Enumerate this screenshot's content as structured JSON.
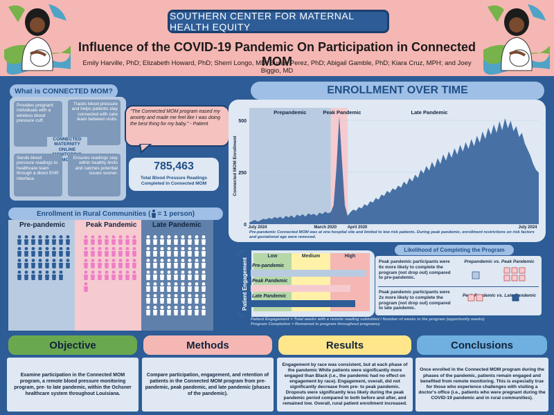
{
  "header": {
    "center_name": "SOUTHERN CENTER FOR MATERNAL HEALTH EQUITY",
    "title": "Influence of the COVID-19 Pandemic On Participation in Connected MOM",
    "authors": "Emily Harville, PhD; Elizabeth Howard, PhD; Sherri Longo, MD;  Susan Perez, PhD; Abigail Gamble, PhD; Kiara Cruz, MPH; and Joey Biggio, MD"
  },
  "what": {
    "heading": "What is CONNECTED MOM?",
    "box1": "Provides pregnant individuals with a wireless blood pressure cuff.",
    "box2": "Tracks blood pressure and helps patients stay connected with care team between visits.",
    "center": "CONNECTED MATERNITY ONLINE MONITORING (MOM)",
    "box3": "Sends blood pressure readings to healthcare team through a direct EHR interface.",
    "box4": "Ensures readings stay within healthy limits and catches potential issues sooner."
  },
  "quote": "\"The Connected MOM program eased my anxiety and made me feel like I was doing the best thing for my baby.\" - Patient",
  "readings": {
    "number": "785,463",
    "caption": "Total Blood Pressure Readings Completed In Connected MOM"
  },
  "rural": {
    "heading": "Enrollment in Rural Communities  (",
    "legend_suffix": " = 1 person)",
    "groups": [
      {
        "label": "Pre-pandemic",
        "count": 31,
        "color": "#2d5c96",
        "bg": "#b9cbe1"
      },
      {
        "label": "Peak Pandemic",
        "count": 33,
        "color": "#f07cc6",
        "bg": "#f5cbd0"
      },
      {
        "label": "Late Pandemic",
        "count": 63,
        "color": "#ffffff",
        "bg": "#5f80aa"
      }
    ]
  },
  "enrollment": {
    "heading": "ENROLLMENT OVER TIME",
    "note": "Pre-pandemic Connected MOM was at one hospital site  and limited to low risk patients. During peak pandemic, enrollment restrictions on risk factors and gestational age were removed."
  },
  "chart_data": {
    "type": "area",
    "title": "",
    "xlabel": "",
    "ylabel": "Connected MOM Enrollment",
    "ylim": [
      0,
      560
    ],
    "yticks": [
      0,
      250,
      500
    ],
    "x_tick_labels": [
      "July 2024",
      "March 2020",
      "April 2020",
      "July 2024"
    ],
    "period_labels": [
      "Prepandemic",
      "Peak Pandemic",
      "Late Pandemic"
    ],
    "series": [
      {
        "values": [
          8,
          14,
          20,
          12,
          18,
          26,
          22,
          30,
          24,
          34,
          28,
          36,
          26,
          40,
          32,
          42,
          30,
          46,
          38,
          48,
          36,
          52,
          44,
          50,
          40,
          56,
          48,
          60,
          52,
          58,
          90,
          270,
          520,
          300,
          90,
          40,
          58,
          70,
          64,
          82,
          76,
          96,
          88,
          110,
          104,
          126,
          118,
          142,
          136,
          160,
          150,
          172,
          164,
          186,
          176,
          205,
          190,
          222,
          206,
          238,
          222,
          262,
          244,
          280,
          258,
          300,
          272,
          318,
          290,
          336,
          306,
          350,
          320,
          366,
          334,
          382,
          350,
          395,
          362,
          410,
          376,
          426,
          392,
          446,
          410,
          464,
          430,
          480,
          440,
          496,
          452,
          510,
          462,
          498,
          448,
          472,
          420,
          440,
          390,
          360,
          330,
          290,
          262,
          248
        ]
      }
    ]
  },
  "engagement": {
    "axis_label": "Patient Engagement",
    "levels": [
      "Low",
      "Medium",
      "High"
    ],
    "bars": [
      {
        "label": "Pre-pandemic",
        "value": 0.97,
        "color": "#b9cbe1"
      },
      {
        "label": "Peak Pandemic",
        "value": 0.84,
        "color": "#f5cbd0"
      },
      {
        "label": "Late Pandemic",
        "value": 0.88,
        "color": "#2d5c96"
      }
    ],
    "note1": "Patient Engagement = Total weeks with a remote reading submitted / Number of weeks in the  program (opportunity weeks)",
    "note2": "Program Completion = Remained in program throughout pregnancy"
  },
  "likelihood": {
    "heading": "Likelihood of Completing the Program",
    "text1": "Peak pandemic participants were 6x more likely to complete the program (not drop out) compared to pre-pandemic.",
    "compare1": "Prepandemic vs. Peak Pandemic",
    "text2": "Peak pandemic participants were 2x more likely to complete the program (not drop out) compared to late pandemic.",
    "compare2": "Peak Pandemic vs. Late Pandemic"
  },
  "footer": {
    "objective_head": "Objective",
    "objective_body": "Examine participation in the Connected MOM program, a remote blood pressure monitoring program, pre- to late pandemic, within the Ochsner healthcare system throughout Louisiana.",
    "methods_head": "Methods",
    "methods_body": "Compare participation, engagement, and retention of patients in the Connected MOM program from pre-pandemic, peak pandemic, and late pandemic (phases of the pandemic).",
    "results_head": "Results",
    "results_body": "Engagement by race was consistent, but at each phase of the pandemic White patients were significantly more engaged than Black (i.e., the pandemic had no effect on engagement by race). Engagement, overall, did not significantly decrease from pre- to peak pandemic. Dropouts were significantly less likely during the peak pandemic period compared to both before and after, and remained low. Overall, rural patient enrollment increased.",
    "conclusions_head": "Conclusions",
    "conclusions_body": "Once enrolled in the Connected MOM program during the phases of the pandemic, patients remain engaged and benefited from remote monitoring. This is especially true for those who experience challenges with visiting a doctor's office (i.e., patients who were pregnant during  the COVID-19 pandemic and in rural communities)."
  }
}
